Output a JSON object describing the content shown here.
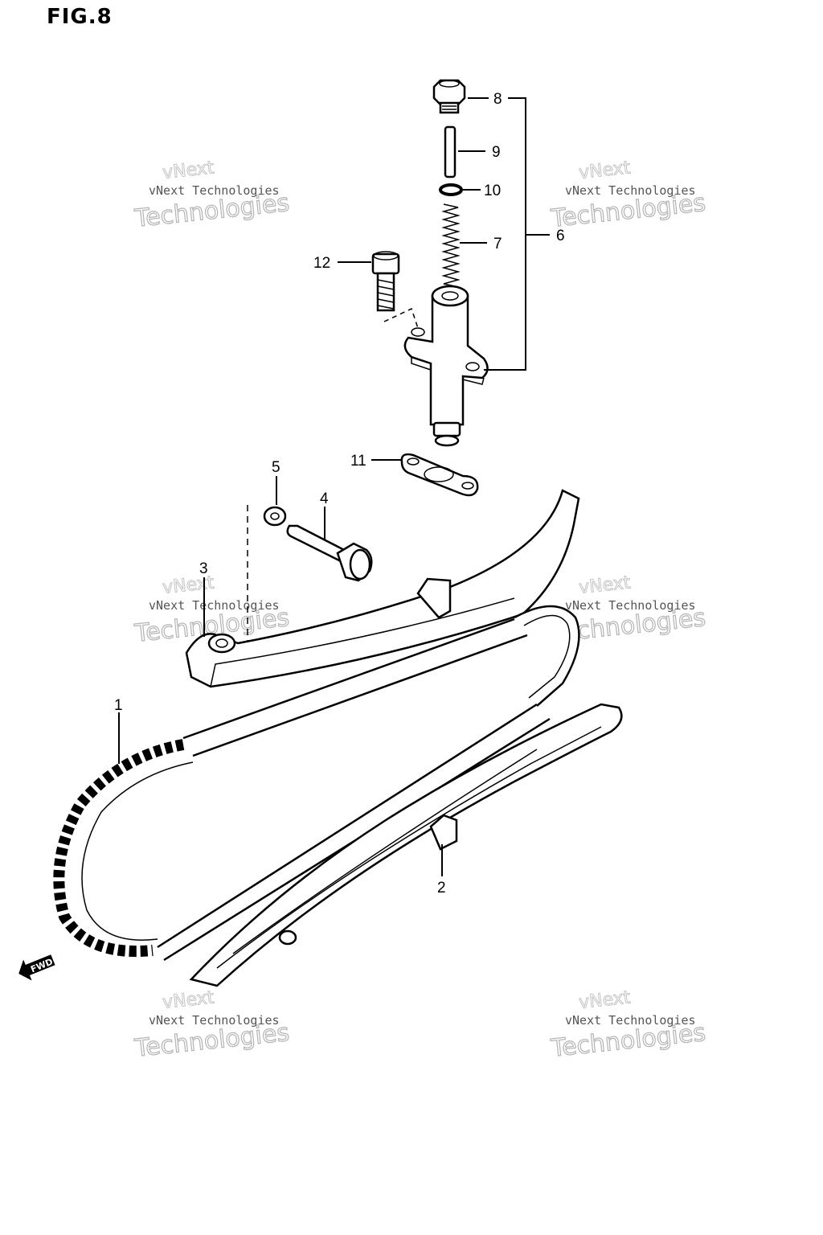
{
  "figure": {
    "title": "FIG.8"
  },
  "callouts": [
    "8",
    "9",
    "10",
    "7",
    "6",
    "12",
    "11",
    "5",
    "4",
    "3",
    "1",
    "2"
  ],
  "direction_label": "FWD",
  "watermark": {
    "line1": "vNext Technologies",
    "line2": "vNext",
    "line3": "Technologies"
  }
}
